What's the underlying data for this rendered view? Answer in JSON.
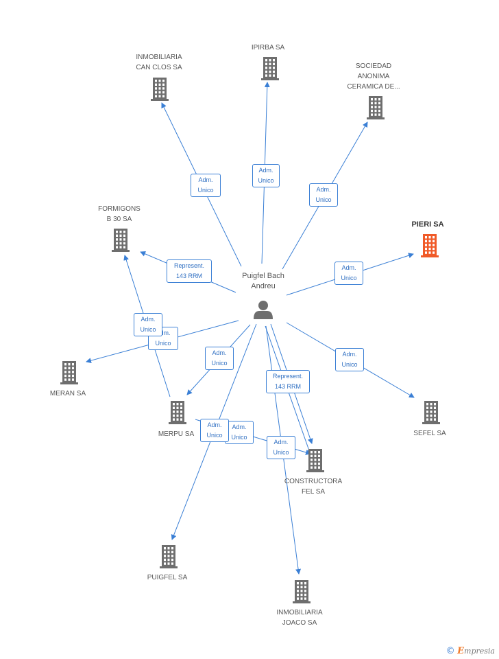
{
  "center": {
    "name": "Puigfel Bach\nAndreu",
    "icon": "person-icon"
  },
  "companies": [
    {
      "id": "inmobiliaria-can-clos",
      "name": "INMOBILIARIA\nCAN CLOS SA",
      "icon": "building-icon"
    },
    {
      "id": "ipirba",
      "name": "IPIRBA SA",
      "icon": "building-icon"
    },
    {
      "id": "sociedad-anonima",
      "name": "SOCIEDAD\nANONIMA\nCERAMICA DE...",
      "icon": "building-icon"
    },
    {
      "id": "formigons",
      "name": "FORMIGONS\nB 30 SA",
      "icon": "building-icon"
    },
    {
      "id": "pieri",
      "name": "PIERI SA",
      "icon": "building-icon",
      "highlight": true,
      "color": "#f05a28"
    },
    {
      "id": "meran",
      "name": "MERAN SA",
      "icon": "building-icon"
    },
    {
      "id": "merpu",
      "name": "MERPU SA",
      "icon": "building-icon"
    },
    {
      "id": "sefel",
      "name": "SEFEL SA",
      "icon": "building-icon"
    },
    {
      "id": "constructora-fel",
      "name": "CONSTRUCTORA\nFEL SA",
      "icon": "building-icon"
    },
    {
      "id": "puigfel",
      "name": "PUIGFEL SA",
      "icon": "building-icon"
    },
    {
      "id": "inmobiliaria-joaco",
      "name": "INMOBILIARIA\nJOACO SA",
      "icon": "building-icon"
    }
  ],
  "relations": [
    {
      "target": "inmobiliaria-can-clos",
      "label": "Adm.\nUnico"
    },
    {
      "target": "ipirba",
      "label": "Adm.\nUnico"
    },
    {
      "target": "sociedad-anonima",
      "label": "Adm.\nUnico"
    },
    {
      "target": "formigons",
      "label": "Represent.\n143 RRM"
    },
    {
      "target": "pieri",
      "label": "Adm.\nUnico"
    },
    {
      "target": "meran",
      "label": "Adm.\nUnico"
    },
    {
      "target": "formigons",
      "label": "Adm.\nUnico"
    },
    {
      "target": "merpu",
      "label": "Adm.\nUnico"
    },
    {
      "target": "sefel",
      "label": "Adm.\nUnico"
    },
    {
      "target": "constructora-fel",
      "label": "Represent.\n143 RRM"
    },
    {
      "target": "merpu",
      "label": "Adm.\nUnico"
    },
    {
      "target": "puigfel",
      "label": "Adm.\nUnico"
    },
    {
      "target": "constructora-fel",
      "label": "Adm.\nUnico"
    },
    {
      "target": "inmobiliaria-joaco",
      "label": "Adm.\nUnico"
    }
  ],
  "colors": {
    "edge": "#3a7fd5",
    "node": "#6e6e6e",
    "highlight": "#f05a28",
    "label_text": "#2f6fc2"
  },
  "footer": {
    "copyright": "©",
    "brand": "mpresia",
    "brand_initial": "E"
  }
}
